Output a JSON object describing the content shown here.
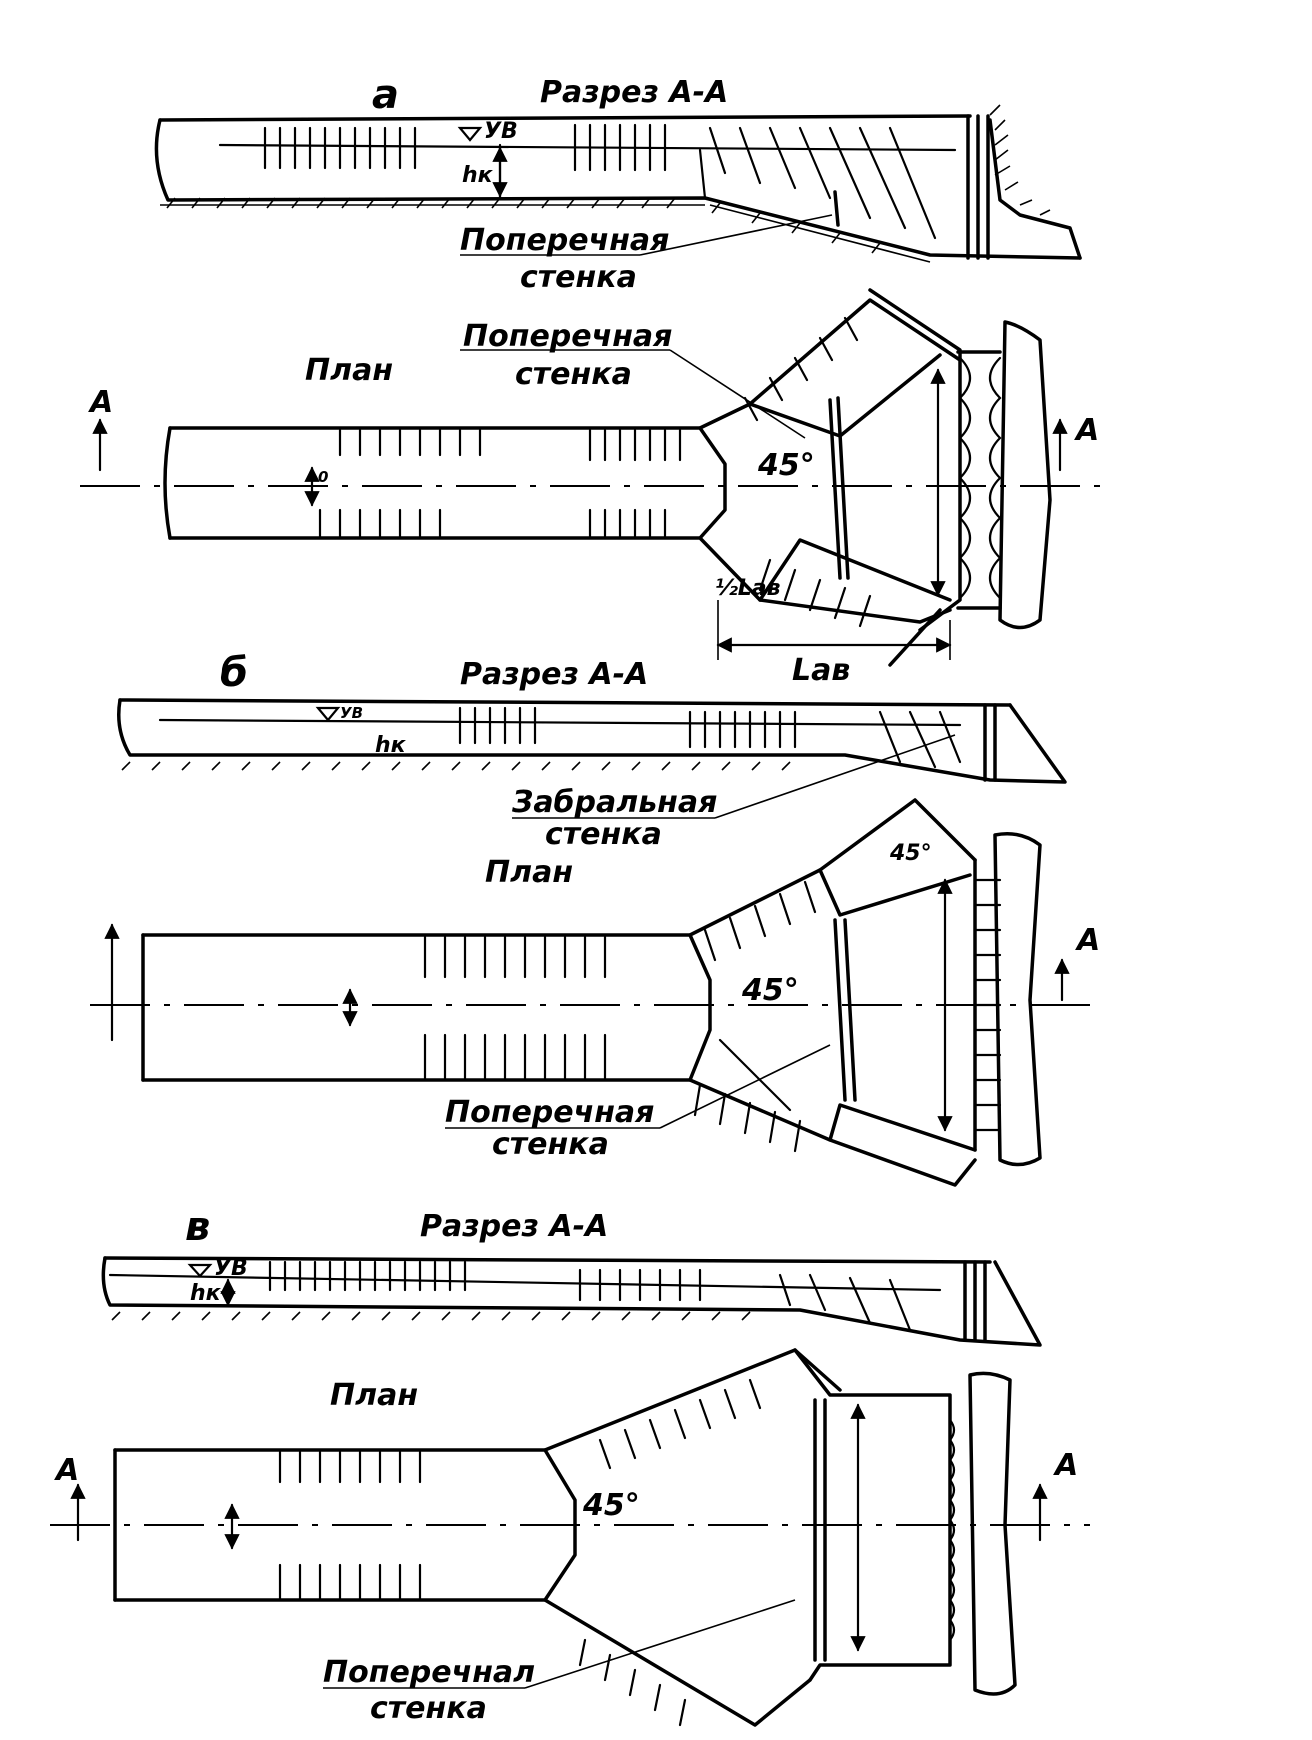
{
  "parts": [
    {
      "letter": "а",
      "section_title": "Разрез А-А",
      "plan_title": "План",
      "water_level": "УВ",
      "depth": "hк",
      "callout_section": [
        "Поперечная",
        "стенка"
      ],
      "callout_plan": [
        "Поперечная",
        "стенка"
      ],
      "angle": "45°",
      "half_length": "½Lав",
      "length": "Lав",
      "axis_mark": "А",
      "section_name": "А"
    },
    {
      "letter": "б",
      "section_title": "Разрез А-А",
      "plan_title": "План",
      "water_level": "УВ",
      "depth": "hк",
      "callout_section": [
        "Забральная",
        "стенка"
      ],
      "callout_plan": [
        "Поперечная",
        "стенка"
      ],
      "angle_main": "45°",
      "angle_top": "45°",
      "axis_mark": "А"
    },
    {
      "letter": "в",
      "section_title": "Разрез А-А",
      "plan_title": "План",
      "water_level": "УВ",
      "depth": "hк",
      "callout_plan": [
        "Поперечнал",
        "стенка"
      ],
      "angle": "45°",
      "axis_mark": "А"
    }
  ]
}
